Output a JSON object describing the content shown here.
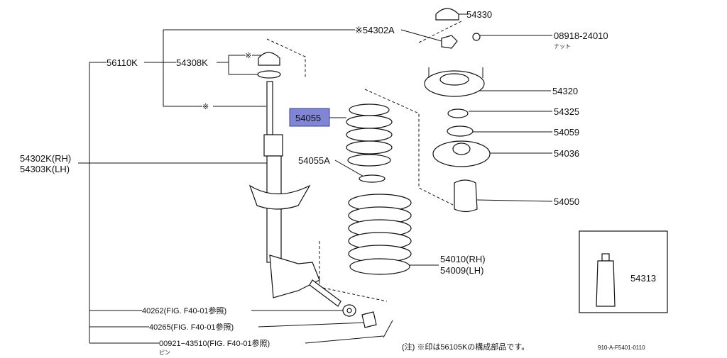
{
  "callouts": {
    "p54330": "54330",
    "p54302A": "※54302A",
    "p08918": "08918-24010",
    "p08918_note": "ナット",
    "p56110K": "56110K",
    "p54308K": "54308K",
    "mark_upper": "※",
    "mark_shaft": "※",
    "p54320": "54320",
    "p54055": "54055",
    "p54325": "54325",
    "p54059": "54059",
    "p54036": "54036",
    "p54302K_rh": "54302K(RH)",
    "p54303K_lh": "54303K(LH)",
    "p54055A": "54055A",
    "p54050": "54050",
    "p54010_rh": "54010(RH)",
    "p54009_lh": "54009(LH)",
    "p54313": "54313",
    "p40262": "40262(FIG. F40-01参照)",
    "p40265": "40265(FIG. F40-01参照)",
    "p00921": "00921−43510(FIG. F40-01参照)",
    "p00921_note": "ピン"
  },
  "footnote": "(注) ※印は56105Kの構成部品です。",
  "figure_id": "910-A-F5401-0110",
  "highlight_color": "#7f86d6"
}
